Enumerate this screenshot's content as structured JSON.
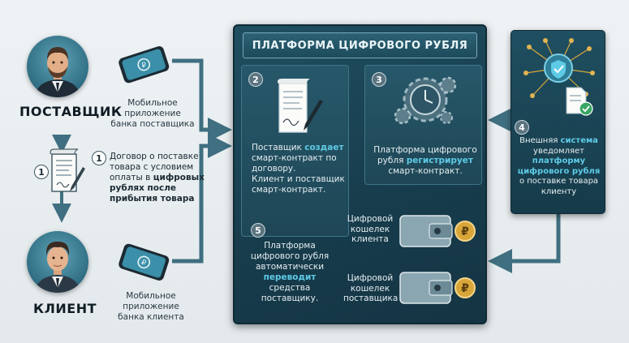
{
  "supplier": {
    "role": "ПОСТАВЩИК",
    "app_caption": [
      "Мобильное",
      "приложение",
      "банка поставщика"
    ]
  },
  "client": {
    "role": "КЛИЕНТ",
    "app_caption": [
      "Мобильное",
      "приложение",
      "банка клиента"
    ]
  },
  "contract": {
    "step_left": "1",
    "step_badge": "1",
    "text_plain": "Договор о поставке товара с условием оплаты в ",
    "text_bold": "цифровых рублях после прибытия товара"
  },
  "platform": {
    "title": "ПЛАТФОРМА ЦИФРОВОГО РУБЛЯ",
    "step2": {
      "num": "2",
      "pre": "Поставщик ",
      "hl": "создает",
      "post": "смарт-контракт по договору.",
      "line2": "Клиент и поставщик смарт-контракт."
    },
    "step3": {
      "num": "3",
      "pre": "Платформа цифрового рубля ",
      "hl": "регистрирует",
      "post": " смарт-контракт."
    },
    "step5": {
      "num": "5",
      "pre": "Платформа цифрового рубля автоматически ",
      "hl": "переводит",
      "post": " средства поставщику."
    },
    "wallet_client": [
      "Цифровой",
      "кошелек",
      "клиента"
    ],
    "wallet_supplier": [
      "Цифровой",
      "кошелек",
      "поставщика"
    ],
    "coin_symbol": "₽"
  },
  "external": {
    "num": "4",
    "line1": "Внешняя ",
    "hl1": "система",
    "line2": "уведомляет",
    "hl2": "платформу цифрового рубля",
    "post": "о поставке товара клиенту"
  },
  "colors": {
    "accent": "#5ecbe6",
    "platform": "#1a4556",
    "arrow": "#3f6f80",
    "gold": "#d9a63a"
  }
}
